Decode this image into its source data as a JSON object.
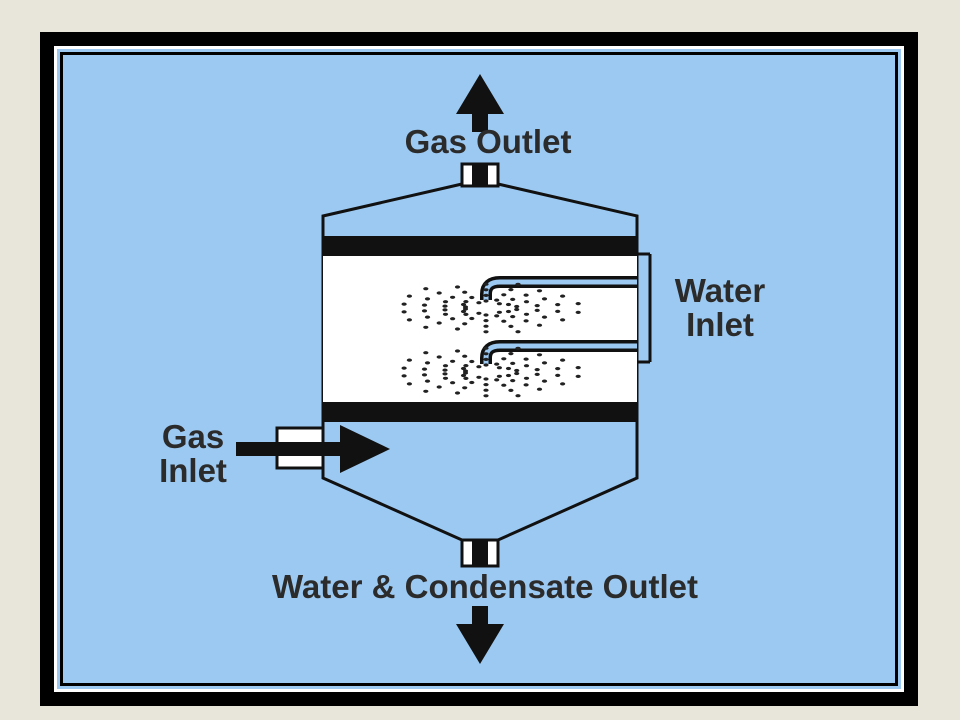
{
  "labels": {
    "gas_outlet": "Gas Outlet",
    "water_inlet_line1": "Water",
    "water_inlet_line2": "Inlet",
    "gas_inlet_line1": "Gas",
    "gas_inlet_line2": "Inlet",
    "bottom_outlet": "Water & Condensate Outlet"
  },
  "colors": {
    "page_background": "#e8e6da",
    "frame": "#000000",
    "diagram_background": "#9cc9f2",
    "chamber_fill": "#ffffff",
    "line": "#111111",
    "text": "#2b2b2b"
  }
}
